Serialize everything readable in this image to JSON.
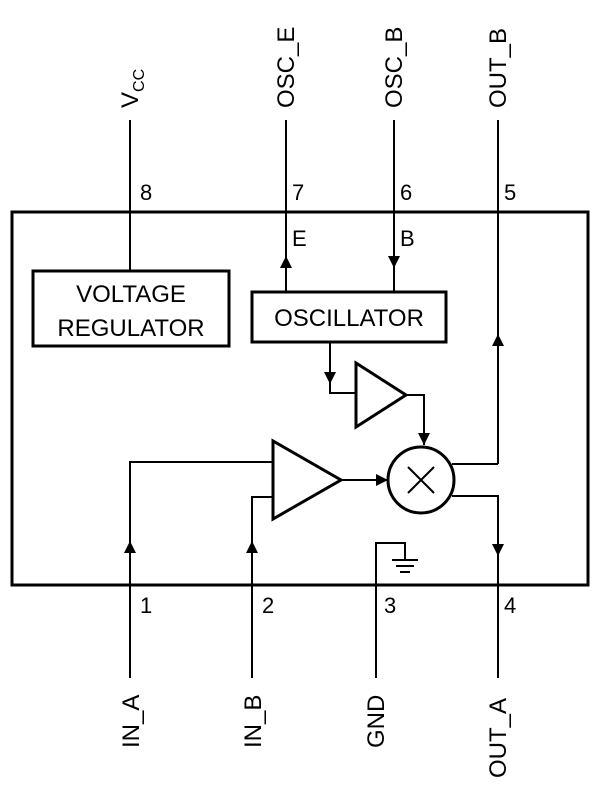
{
  "pins": {
    "vcc": {
      "label_main": "V",
      "label_sub": "CC",
      "number": "8"
    },
    "osc_e": {
      "label": "OSC_E",
      "number": "7",
      "inner_label": "E"
    },
    "osc_b": {
      "label": "OSC_B",
      "number": "6",
      "inner_label": "B"
    },
    "out_b": {
      "label": "OUT_B",
      "number": "5"
    },
    "in_a": {
      "label": "IN_A",
      "number": "1"
    },
    "in_b": {
      "label": "IN_B",
      "number": "2"
    },
    "gnd": {
      "label": "GND",
      "number": "3"
    },
    "out_a": {
      "label": "OUT_A",
      "number": "4"
    }
  },
  "blocks": {
    "voltage_regulator": {
      "line1": "VOLTAGE",
      "line2": "REGULATOR"
    },
    "oscillator": {
      "label": "OSCILLATOR"
    }
  },
  "icons": {
    "mixer": "multiply-circle-icon",
    "ground": "ground-icon",
    "amplifier": "triangle-amplifier-icon"
  }
}
